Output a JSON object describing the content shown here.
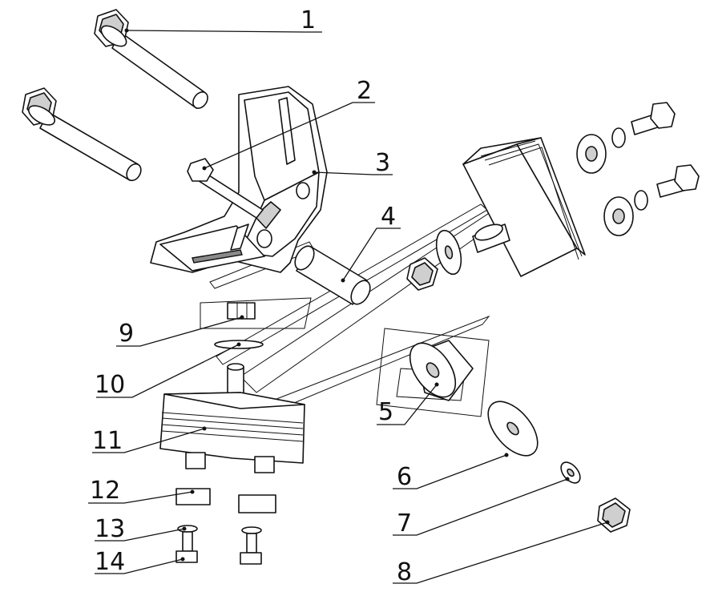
{
  "diagram": {
    "callouts": [
      {
        "id": 1,
        "label": "1"
      },
      {
        "id": 2,
        "label": "2"
      },
      {
        "id": 3,
        "label": "3"
      },
      {
        "id": 4,
        "label": "4"
      },
      {
        "id": 5,
        "label": "5"
      },
      {
        "id": 6,
        "label": "6"
      },
      {
        "id": 7,
        "label": "7"
      },
      {
        "id": 8,
        "label": "8"
      },
      {
        "id": 9,
        "label": "9"
      },
      {
        "id": 10,
        "label": "10"
      },
      {
        "id": 11,
        "label": "11"
      },
      {
        "id": 12,
        "label": "12"
      },
      {
        "id": 13,
        "label": "13"
      },
      {
        "id": 14,
        "label": "14"
      }
    ]
  }
}
